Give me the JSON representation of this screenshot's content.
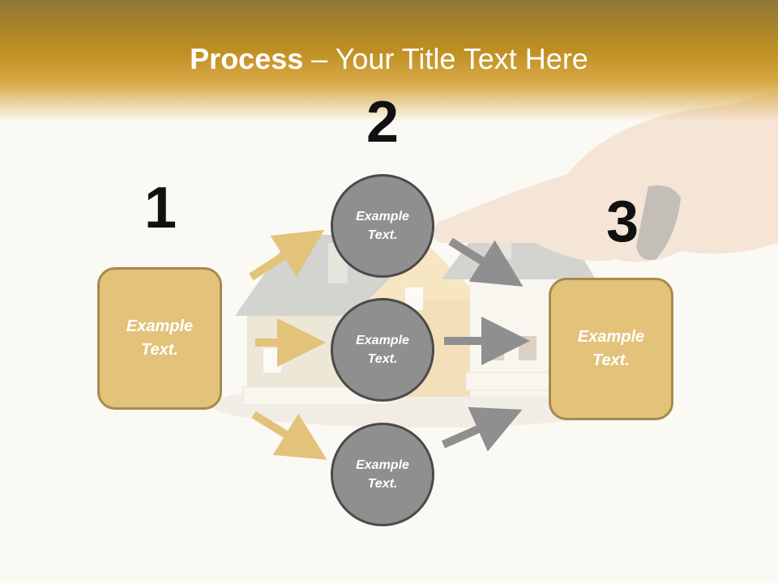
{
  "slide": {
    "title": {
      "bold": "Process",
      "rest": " – Your Title Text Here"
    },
    "steps": [
      {
        "number": "1",
        "box_text": "Example Text."
      },
      {
        "number": "2",
        "circles": [
          "Example Text.",
          "Example Text.",
          "Example Text."
        ]
      },
      {
        "number": "3",
        "box_text": "Example Text."
      }
    ],
    "colors": {
      "header": "#bf8f22",
      "box_fill": "#e3c27a",
      "circle_fill": "#8f8f8f",
      "arrow_gold": "#e3c27a",
      "arrow_gray": "#8f8f8f"
    },
    "background_image": "house-model-with-hand-photo"
  }
}
